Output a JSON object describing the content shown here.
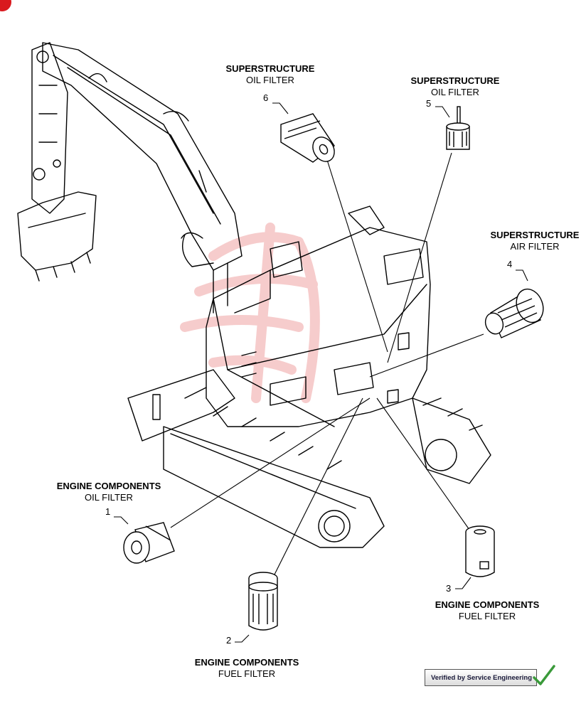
{
  "callouts": {
    "c6": {
      "number": "6",
      "title": "SUPERSTRUCTURE",
      "sub": "OIL FILTER"
    },
    "c5": {
      "number": "5",
      "title": "SUPERSTRUCTURE",
      "sub": "OIL FILTER"
    },
    "c4": {
      "number": "4",
      "title": "SUPERSTRUCTURE",
      "sub": "AIR FILTER"
    },
    "c1": {
      "number": "1",
      "title": "ENGINE COMPONENTS",
      "sub": "OIL FILTER"
    },
    "c2": {
      "number": "2",
      "title": "ENGINE COMPONENTS",
      "sub": "FUEL FILTER"
    },
    "c3": {
      "number": "3",
      "title": "ENGINE COMPONENTS",
      "sub": "FUEL FILTER"
    }
  },
  "badge": {
    "text": "Verified by Service Engineering"
  },
  "colors": {
    "line": "#000000",
    "watermark": "#e24a4a",
    "badge_check": "#3a9a3a",
    "corner_mark": "#d9191e"
  }
}
